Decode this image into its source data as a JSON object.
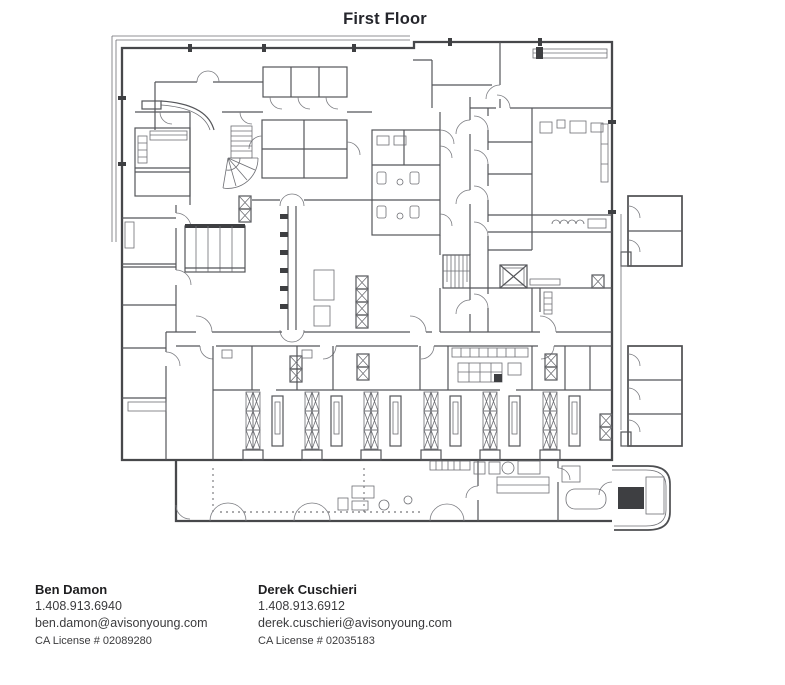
{
  "title": "First Floor",
  "contacts": [
    {
      "name": "Ben Damon",
      "phone": "1.408.913.6940",
      "email": "ben.damon@avisonyoung.com",
      "license": "CA License # 02089280"
    },
    {
      "name": "Derek Cuschieri",
      "phone": "1.408.913.6912",
      "email": "derek.cuschieri@avisonyoung.com",
      "license": "CA License # 02035183"
    }
  ],
  "colors": {
    "title_text": "#25262c",
    "body_text": "#3b3b3d",
    "plan_lines": "#4d4e51"
  }
}
